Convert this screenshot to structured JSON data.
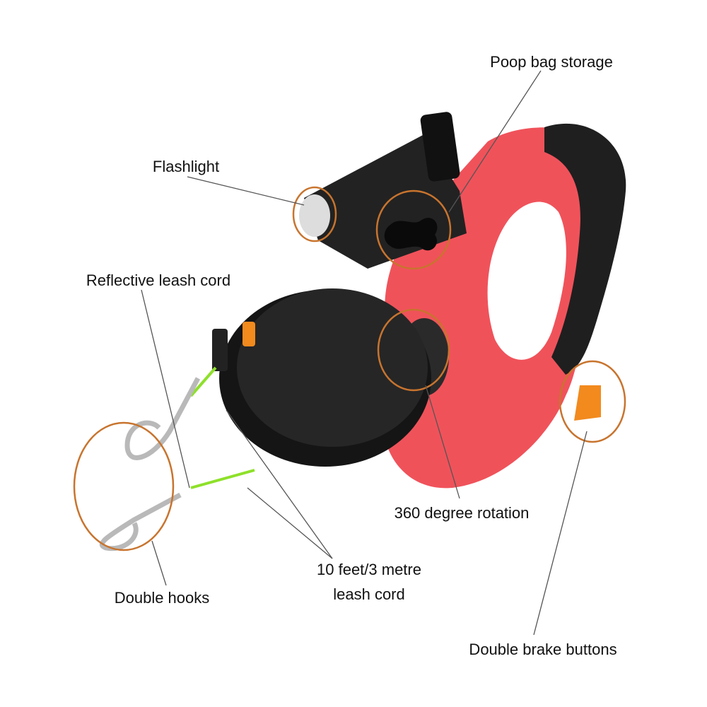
{
  "callouts": {
    "poop_bag_storage": "Poop bag storage",
    "flashlight": "Flashlight",
    "reflective_leash_cord": "Reflective leash cord",
    "double_hooks": "Double hooks",
    "leash_cord_line1": "10 feet/3 metre",
    "leash_cord_line2": "leash cord",
    "rotation": "360 degree rotation",
    "brake_buttons": "Double brake buttons"
  },
  "colors": {
    "body": "#f0525a",
    "black_parts": "#1c1c1c",
    "highlight_circle": "#c8742e",
    "brake_button": "#f28a1e",
    "reflective_cord": "#8ee02a"
  }
}
